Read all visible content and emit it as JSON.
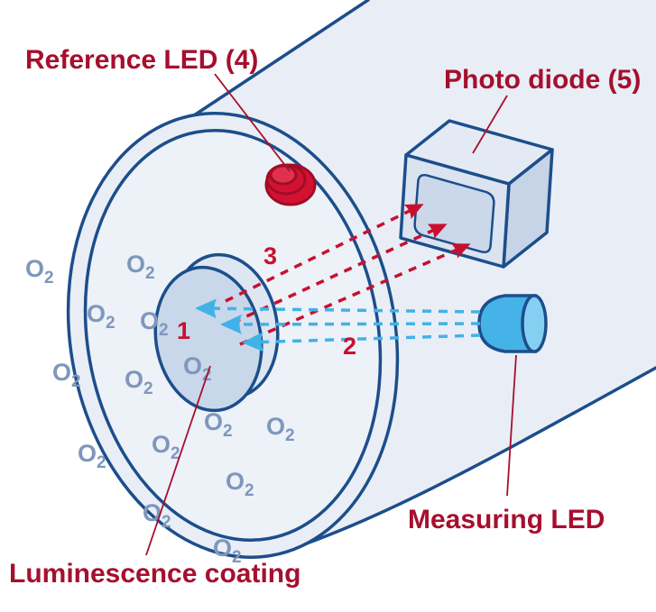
{
  "figure": {
    "labels": {
      "reference_led": "Reference LED (4)",
      "photo_diode": "Photo diode (5)",
      "measuring_led": "Measuring LED",
      "luminescence_coating": "Luminescence coating"
    },
    "markers": {
      "coating": "1",
      "excitation": "2",
      "emission": "3"
    },
    "molecule": {
      "symbol": "O",
      "subscript": "2"
    },
    "colors": {
      "outline_navy": "#1c4e8b",
      "body_fill": "#e9eef6",
      "arrow_red": "#c8102e",
      "label_red": "#a60f2e",
      "arrow_blue": "#41b2e8",
      "o2_slate": "#7e97bb"
    }
  }
}
